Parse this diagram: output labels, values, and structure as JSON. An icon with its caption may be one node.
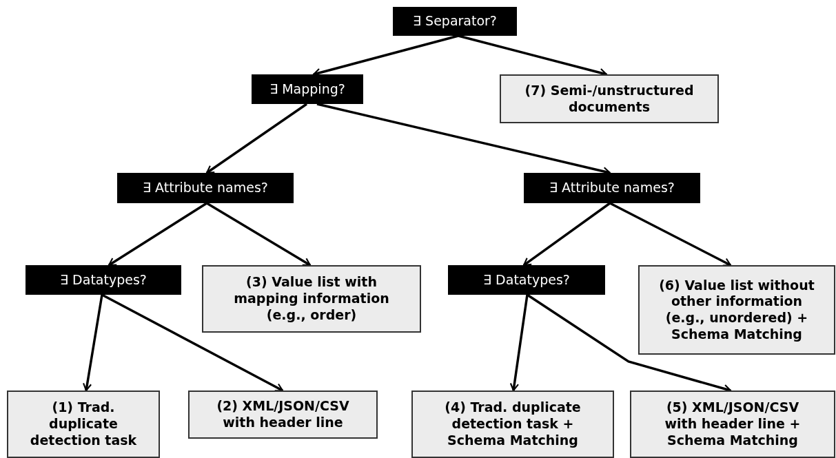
{
  "diagram": {
    "nodes": [
      {
        "text": [
          "∃ Separator?"
        ]
      },
      {
        "text": [
          "∃ Mapping?"
        ]
      },
      {
        "text": [
          "(7) Semi-/unstructured documents"
        ]
      },
      {
        "text": [
          "∃ Attribute names?"
        ]
      },
      {
        "text": [
          "∃ Attribute names?"
        ]
      },
      {
        "text": [
          "∃ Datatypes?"
        ]
      },
      {
        "text": [
          "(3) Value list with mapping information (e.g., order)"
        ]
      },
      {
        "text": [
          "∃ Datatypes?"
        ]
      },
      {
        "text": [
          "(6) Value list without other information (e.g., unordered) + Schema Matching"
        ]
      },
      {
        "text": [
          "(1) Trad. duplicate detection task"
        ]
      },
      {
        "text": [
          "(2) XML/JSON/CSV with header line"
        ]
      },
      {
        "text": [
          "(4) Trad. duplicate detection task + Schema Matching"
        ]
      },
      {
        "text": [
          "(5) XML/JSON/CSV with header line + Schema Matching"
        ]
      }
    ],
    "edges": [
      {
        "from": 0,
        "to": 1,
        "arrow": "to"
      },
      {
        "from": 0,
        "to": 2,
        "arrow": "to"
      },
      {
        "from": 1,
        "to": 3,
        "arrow": "to"
      },
      {
        "from": 1,
        "to": 4,
        "arrow": "to"
      },
      {
        "from": 3,
        "to": 5,
        "arrow": "to"
      },
      {
        "from": 3,
        "to": 6,
        "arrow": "to"
      },
      {
        "from": 4,
        "to": 7,
        "arrow": "to"
      },
      {
        "from": 4,
        "to": 8,
        "arrow": "to"
      },
      {
        "from": 5,
        "to": 9,
        "arrow": "to"
      },
      {
        "from": 5,
        "to": 10,
        "arrow": "to"
      },
      {
        "from": 7,
        "to": 11,
        "arrow": "to"
      },
      {
        "from": 7,
        "to": 12,
        "arrow": "to"
      }
    ]
  }
}
